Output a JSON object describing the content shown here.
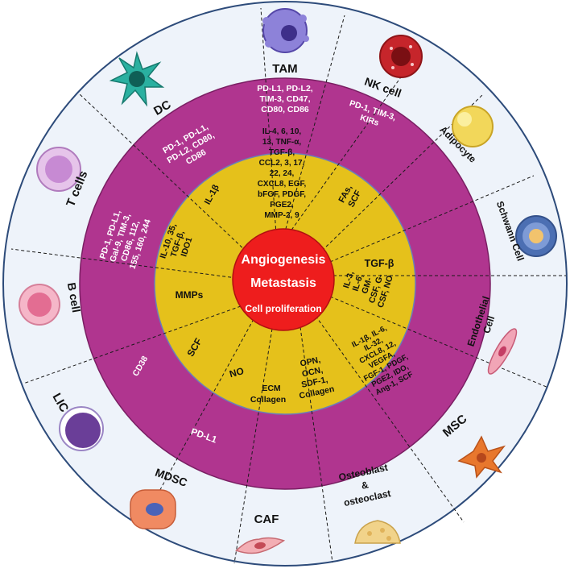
{
  "colors": {
    "outer_ring": "#eef3fa",
    "magenta_ring": "#b0358f",
    "yellow_ring": "#e5c11b",
    "center": "#ee1d1d",
    "outline": "#2d4b7a"
  },
  "center": {
    "line1": "Angiogenesis",
    "line2": "Metastasis",
    "line3": "Cell proliferation"
  },
  "cells": [
    {
      "name": "T cells",
      "icon": "t-cell-icon"
    },
    {
      "name": "DC",
      "icon": "dendritic-cell-icon"
    },
    {
      "name": "TAM",
      "icon": "macrophage-icon"
    },
    {
      "name": "NK cell",
      "icon": "nk-cell-icon"
    },
    {
      "name": "Adipocyte",
      "icon": "adipocyte-icon"
    },
    {
      "name": "Schwann Cell",
      "icon": "schwann-cell-icon"
    },
    {
      "name": "Endothelial Cell",
      "icon": "endothelial-cell-icon"
    },
    {
      "name": "MSC",
      "icon": "msc-icon"
    },
    {
      "name": "Osteoblast & osteoclast",
      "icon": "osteoblast-icon"
    },
    {
      "name": "CAF",
      "icon": "caf-icon"
    },
    {
      "name": "MDSC",
      "icon": "mdsc-icon"
    },
    {
      "name": "LIC",
      "icon": "lic-icon"
    },
    {
      "name": "B cell",
      "icon": "b-cell-icon"
    }
  ],
  "outer_labels": {
    "t_cells": "T cells",
    "dc": "DC",
    "tam": "TAM",
    "nk": "NK cell",
    "adipocyte": "Adipocyte",
    "schwann": "Schwann Cell",
    "endo_1": "Endothelial",
    "endo_2": "Cell",
    "msc": "MSC",
    "osteo_1": "Osteoblast",
    "osteo_2": "&",
    "osteo_3": "osteoclast",
    "caf": "CAF",
    "mdsc": "MDSC",
    "lic": "LIC",
    "b_cell": "B cell"
  },
  "checkpoint_ring": {
    "tam_1": "PD-L1, PD-L2,",
    "tam_2": "TIM-3, CD47,",
    "tam_3": "CD80, CD86",
    "nk_1": "PD-1, TIM-3,",
    "nk_2": "KIRs",
    "dc_1": "PD-1, PD-L1,",
    "dc_2": "PD-L2, CD80,",
    "dc_3": "CD86",
    "t_1": "PD-1, PD-L1,",
    "t_2": "Gal-9, TIM-3,",
    "t_3": "CD86, 112,",
    "t_4": "155, 160, 244",
    "lic": "CD38",
    "mdsc": "PD-L1"
  },
  "cytokine_ring": {
    "tam_1": "IL-4, 6, 10,",
    "tam_2": "13, TNF-α,",
    "tam_3": "TGF-β,",
    "tam_4": "CCL2, 3, 17,",
    "tam_5": "22, 24,",
    "tam_6": "CXCL8, EGF,",
    "tam_7": "bFGF, PDGF,",
    "tam_8": "PGE2,",
    "tam_9": "MMP-2, 9",
    "dc": "IL-1β",
    "adipo_1": "FAs,",
    "adipo_2": "SCF",
    "schwann": "TGF-β",
    "endo_1": "IL-3,",
    "endo_2": "IL-6,",
    "endo_3": "GM-",
    "endo_4": "CSF, G-",
    "endo_5": "CSF, NO",
    "t_1": "IL-10, 35,",
    "t_2": "TGF-β,",
    "t_3": "IDO1",
    "b": "MMPs",
    "lic": "SCF",
    "mdsc": "NO",
    "caf_1": "ECM",
    "caf_2": "Collagen",
    "osteo_1": "OPN,",
    "osteo_2": "OCN,",
    "osteo_3": "SDF-1,",
    "osteo_4": "Collagen",
    "msc_1": "IL-1β, IL-6,",
    "msc_2": "IL-32,",
    "msc_3": "CXCL8, 12,",
    "msc_4": "VEGFA,",
    "msc_5": "FGF-1, PDGF,",
    "msc_6": "PGE2, IDO,",
    "msc_7": "Ang-1, SCF"
  }
}
